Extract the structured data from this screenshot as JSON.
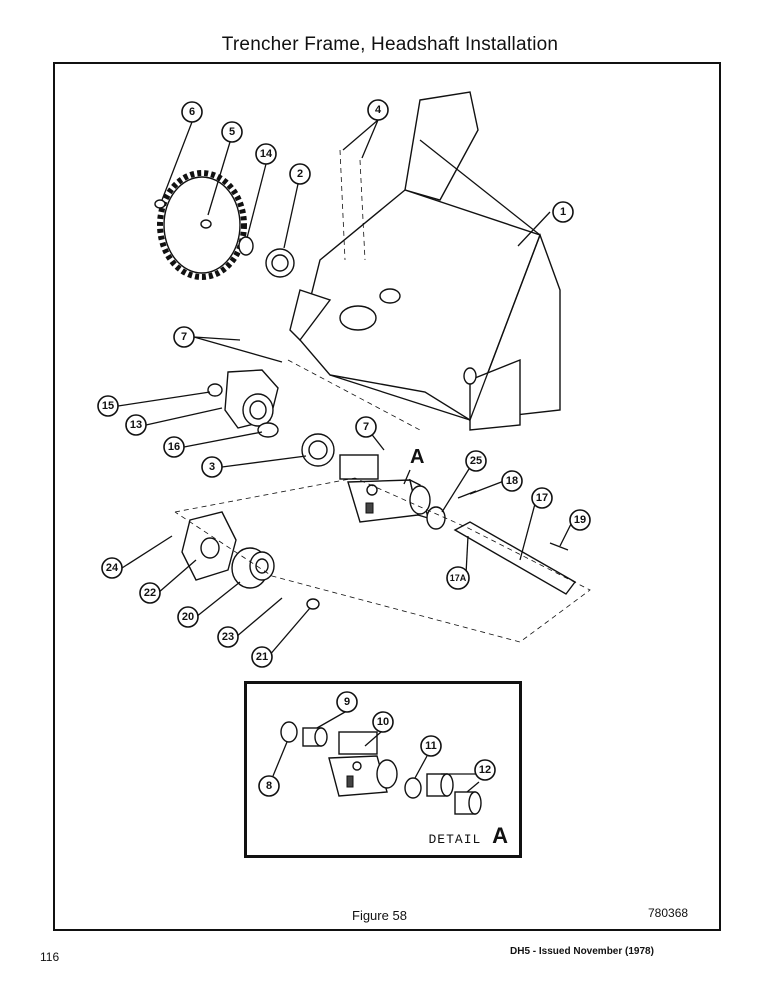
{
  "page": {
    "title": "Trencher Frame, Headshaft Installation",
    "figure_caption": "Figure 58",
    "drawing_number": "780368",
    "page_number": "116",
    "issue_note": "DH5 - Issued November (1978)"
  },
  "diagram": {
    "pointer_letter": "A",
    "callouts": [
      "1",
      "2",
      "3",
      "4",
      "5",
      "6",
      "7",
      "13",
      "14",
      "15",
      "16",
      "17",
      "17A",
      "18",
      "19",
      "20",
      "21",
      "22",
      "23",
      "24",
      "25"
    ],
    "detail": {
      "label": "DETAIL",
      "letter": "A",
      "callouts": [
        "8",
        "9",
        "10",
        "11",
        "12"
      ]
    }
  }
}
